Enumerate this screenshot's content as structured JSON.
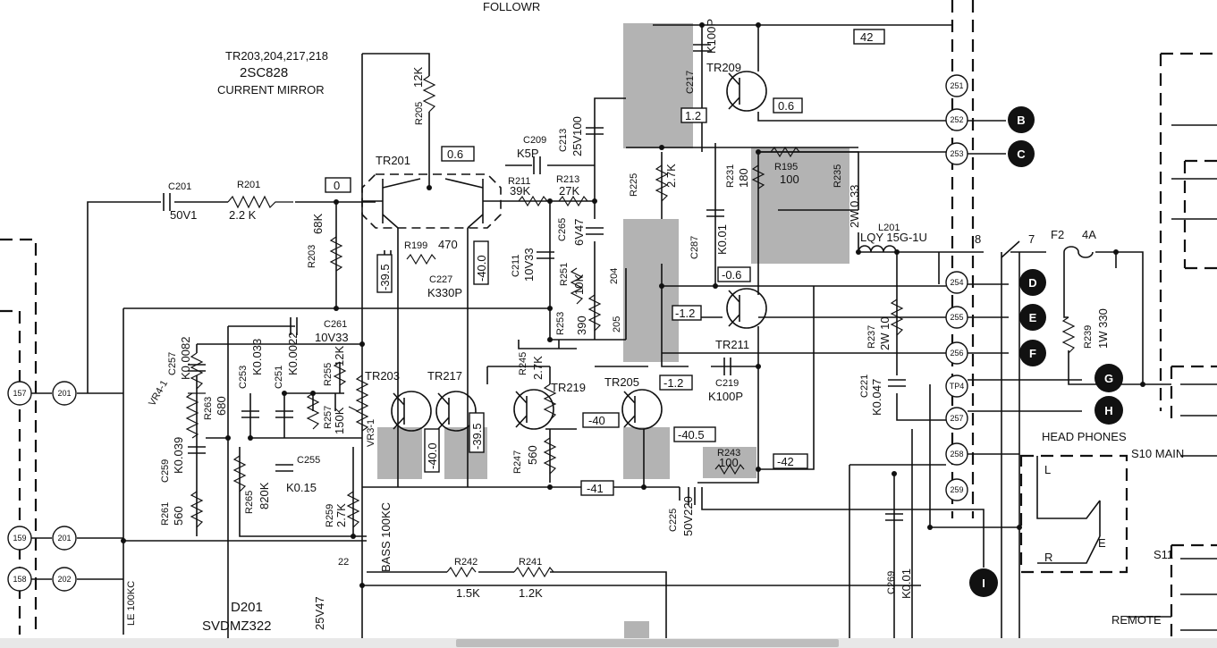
{
  "heading": "FOLLOWR",
  "mirror": {
    "transistors": "TR203,204,217,218",
    "part": "2SC828",
    "function": "CURRENT MIRROR"
  },
  "transistors": [
    {
      "id": "tr201",
      "label": "TR201"
    },
    {
      "id": "tr203",
      "label": "TR203"
    },
    {
      "id": "tr217",
      "label": "TR217"
    },
    {
      "id": "tr219",
      "label": "TR219"
    },
    {
      "id": "tr205",
      "label": "TR205"
    },
    {
      "id": "tr209",
      "label": "TR209"
    },
    {
      "id": "tr211",
      "label": "TR211"
    }
  ],
  "components": [
    {
      "id": "c201",
      "ref": "C201",
      "value": "50V1"
    },
    {
      "id": "r201",
      "ref": "R201",
      "value": "2.2 K"
    },
    {
      "id": "r203",
      "ref": "R203",
      "value": "68K"
    },
    {
      "id": "r205",
      "ref": "R205",
      "value": "12K"
    },
    {
      "id": "r199",
      "ref": "R199",
      "value": "470"
    },
    {
      "id": "c227",
      "ref": "C227",
      "value": "K330P"
    },
    {
      "id": "c209",
      "ref": "C209",
      "value": "K5P"
    },
    {
      "id": "c213",
      "ref": "C213",
      "value": "25V100"
    },
    {
      "id": "r211",
      "ref": "R211",
      "value": "39K"
    },
    {
      "id": "r213",
      "ref": "R213",
      "value": "27K"
    },
    {
      "id": "c211",
      "ref": "C211",
      "value": "10V33"
    },
    {
      "id": "c265",
      "ref": "C265",
      "value": "6V47"
    },
    {
      "id": "r251",
      "ref": "R251",
      "value": "10K"
    },
    {
      "id": "r253",
      "ref": "R253",
      "value": "390"
    },
    {
      "id": "r225",
      "ref": "R225",
      "value": "2.7K"
    },
    {
      "id": "c217",
      "ref": "C217",
      "value": "K100P"
    },
    {
      "id": "r231",
      "ref": "R231",
      "value": "180"
    },
    {
      "id": "r195",
      "ref": "R195",
      "value": "100"
    },
    {
      "id": "r235",
      "ref": "R235",
      "value": "2W 0.33"
    },
    {
      "id": "c287",
      "ref": "C287",
      "value": "K0.01"
    },
    {
      "id": "l201",
      "ref": "L201",
      "value": "LQY 15G-1U"
    },
    {
      "id": "r237",
      "ref": "R237",
      "value": "2W 10"
    },
    {
      "id": "c221",
      "ref": "C221",
      "value": "K0.047"
    },
    {
      "id": "r239",
      "ref": "R239",
      "value": "1W 330"
    },
    {
      "id": "c261",
      "ref": "C261",
      "value": "10V33"
    },
    {
      "id": "c257",
      "ref": "C257",
      "value": "K0.0082"
    },
    {
      "id": "c253",
      "ref": "C253",
      "value": "K0.033"
    },
    {
      "id": "c251",
      "ref": "C251",
      "value": "K0.0022"
    },
    {
      "id": "r255",
      "ref": "R255",
      "value": "12K"
    },
    {
      "id": "r257",
      "ref": "R257",
      "value": "150K"
    },
    {
      "id": "r263",
      "ref": "R263",
      "value": "680"
    },
    {
      "id": "r265",
      "ref": "R265",
      "value": "820K"
    },
    {
      "id": "c255",
      "ref": "C255",
      "value": "K0.15"
    },
    {
      "id": "c259",
      "ref": "C259",
      "value": "K0.039"
    },
    {
      "id": "r261",
      "ref": "R261",
      "value": "560"
    },
    {
      "id": "r259",
      "ref": "R259",
      "value": "2.7K"
    },
    {
      "id": "r245",
      "ref": "R245",
      "value": "2.7K"
    },
    {
      "id": "r247",
      "ref": "R247",
      "value": "560"
    },
    {
      "id": "c219",
      "ref": "C219",
      "value": "K100P"
    },
    {
      "id": "c225",
      "ref": "C225",
      "value": "50V220"
    },
    {
      "id": "r243",
      "ref": "R243",
      "value": "100"
    },
    {
      "id": "c269",
      "ref": "C269",
      "value": "K0.01"
    },
    {
      "id": "r242",
      "ref": "R242",
      "value": "1.5K"
    },
    {
      "id": "r241",
      "ref": "R241",
      "value": "1.2K"
    },
    {
      "id": "vr3",
      "ref": "VR3-1",
      "value": "BASS 100KC"
    },
    {
      "id": "vr4",
      "ref": "VR4-1",
      "value": ""
    },
    {
      "id": "d201",
      "ref": "D201",
      "value": "SVDMZ322"
    },
    {
      "id": "f2",
      "ref": "F2",
      "value": "4A"
    }
  ],
  "voltages": [
    "0",
    "0.6",
    "-39.5",
    "-40.0",
    "42",
    "0.6",
    "1.2",
    "-0.6",
    "-1.2",
    "-1.2",
    "-40",
    "-40.5",
    "-41",
    "-42",
    "-39.5",
    "-40.0"
  ],
  "nodes": [
    "251",
    "252",
    "253",
    "254",
    "255",
    "256",
    "TP4",
    "257",
    "258",
    "259",
    "157",
    "201",
    "159",
    "158",
    "202",
    "204",
    "205"
  ],
  "terminals": [
    "B",
    "C",
    "D",
    "E",
    "F",
    "G",
    "H",
    "I"
  ],
  "switches": {
    "s10": "S10 MAIN",
    "s11": "S11",
    "remote": "REMOTE",
    "headphones": "HEAD PHONES",
    "pin_l": "L",
    "pin_r": "R",
    "pin_e": "E",
    "pos_8": "8",
    "pos_7": "7"
  },
  "misc": {
    "le_100kc": "LE 100KC",
    "vr_small": "22",
    "v25": "25V47"
  }
}
